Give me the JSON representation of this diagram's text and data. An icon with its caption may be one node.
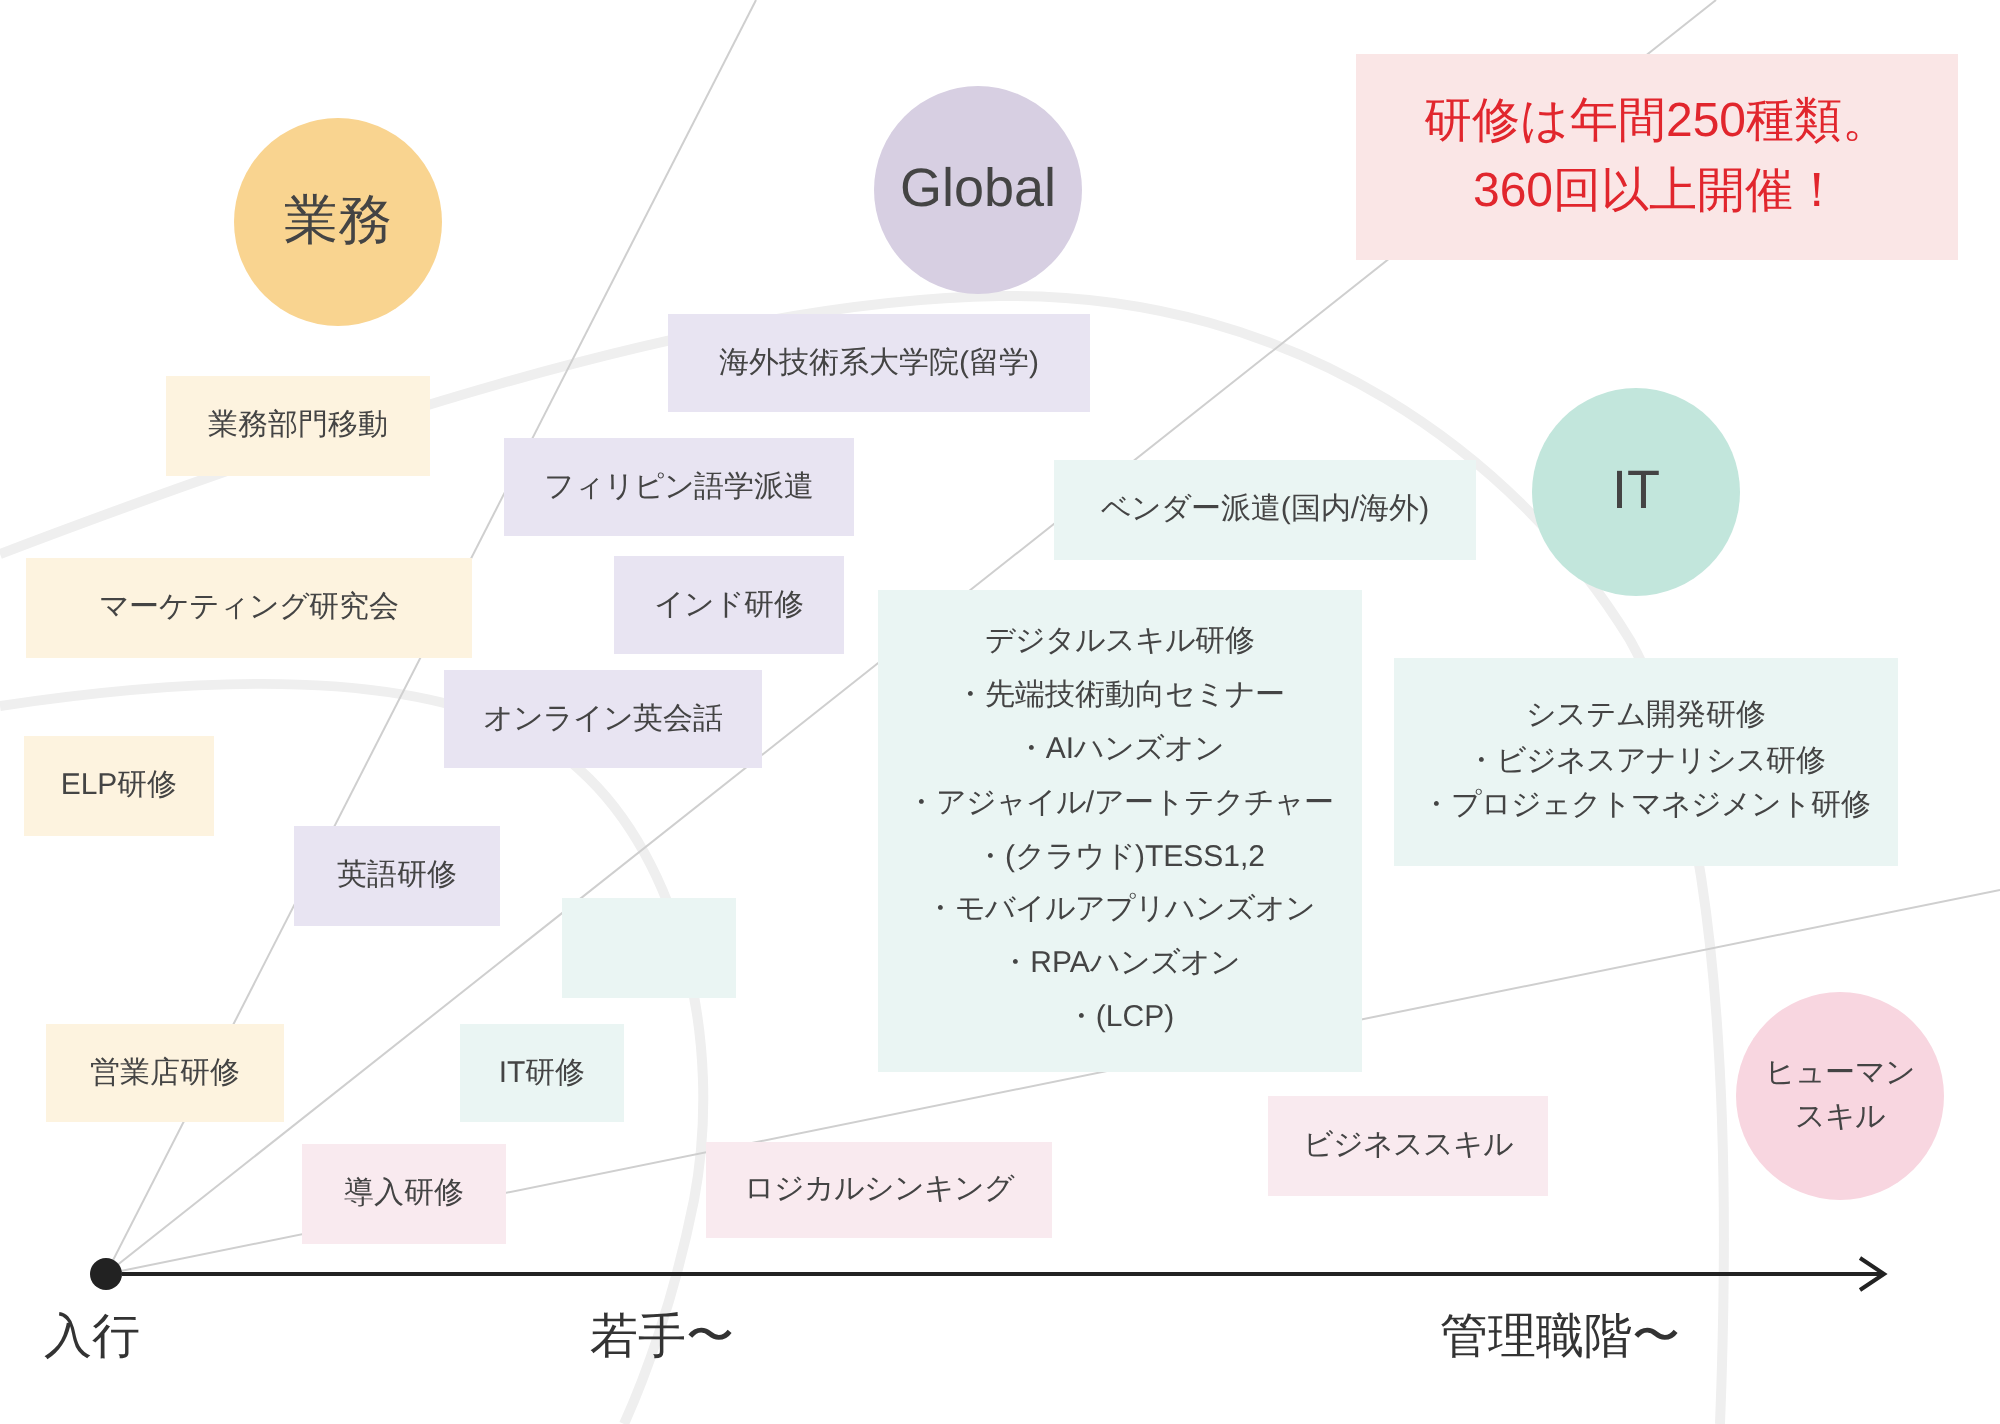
{
  "diagram": {
    "nodes": [
      {
        "text": [
          "業務"
        ]
      },
      {
        "text": [
          "Global"
        ]
      },
      {
        "text": [
          "研修は年間250種類。360回以上開催！"
        ]
      },
      {
        "text": [
          "海外技術系大学院(留学)"
        ]
      },
      {
        "text": [
          "業務部門移動"
        ]
      },
      {
        "text": [
          "フィリピン語学派遣"
        ]
      },
      {
        "text": [
          "IT"
        ]
      },
      {
        "text": [
          "ベンダー派遣(国内/海外)"
        ]
      },
      {
        "text": [
          "マーケティング研究会"
        ]
      },
      {
        "text": [
          "インド研修"
        ]
      },
      {
        "text": [
          "デジタルスキル研修",
          "・先端技術動向セミナー",
          "・AIハンズオン",
          "・アジャイル/アートテクチャー",
          "・(クラウド)TESS1,2",
          "・モバイルアプリハンズオン",
          "・RPAハンズオン",
          "・(LCP)"
        ]
      },
      {
        "text": [
          "システム開発研修",
          "・ビジネスアナリシス研修",
          "・プロジェクトマネジメント研修"
        ]
      },
      {
        "text": [
          "オンライン英会話"
        ]
      },
      {
        "text": [
          "ELP研修"
        ]
      },
      {
        "text": [
          "英語研修"
        ]
      },
      {
        "text": [],
        "shape": "box"
      },
      {
        "text": [
          "IT研修"
        ]
      },
      {
        "text": [
          "営業店研修"
        ]
      },
      {
        "text": [
          "ヒューマンスキル"
        ]
      },
      {
        "text": [
          "ビジネススキル"
        ]
      },
      {
        "text": [
          "導入研修"
        ]
      },
      {
        "text": [
          "ロジカルシンキング"
        ]
      }
    ],
    "labels": [
      "入行",
      "若手〜",
      "管理職階〜"
    ]
  }
}
